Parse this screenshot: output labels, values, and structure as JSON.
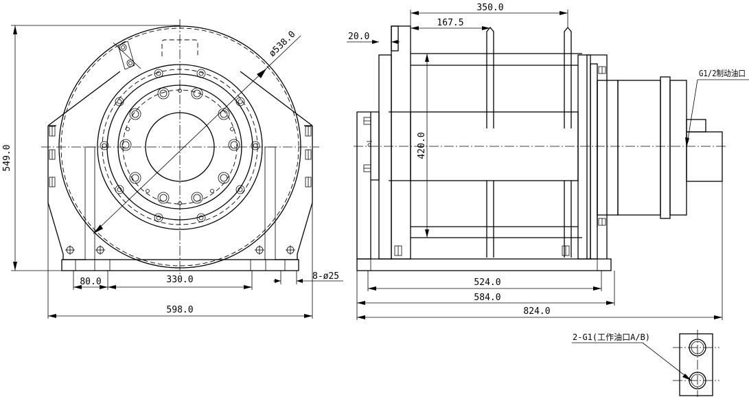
{
  "dimensions": {
    "front_height": "549.0",
    "drum_diameter": "ø538.0",
    "base_offset": "80.0",
    "bolt_spacing": "330.0",
    "total_width_front": "598.0",
    "bolt_holes": "8-ø25",
    "flange_thickness": "20.0",
    "drum_offset": "167.5",
    "drum_length": "350.0",
    "drum_height": "420.0",
    "base_length": "524.0",
    "frame_length": "584.0",
    "total_length": "824.0"
  },
  "ports": {
    "brake_port": "G1/2制动油口",
    "work_ports": "2-G1(工作油口A/B)"
  }
}
